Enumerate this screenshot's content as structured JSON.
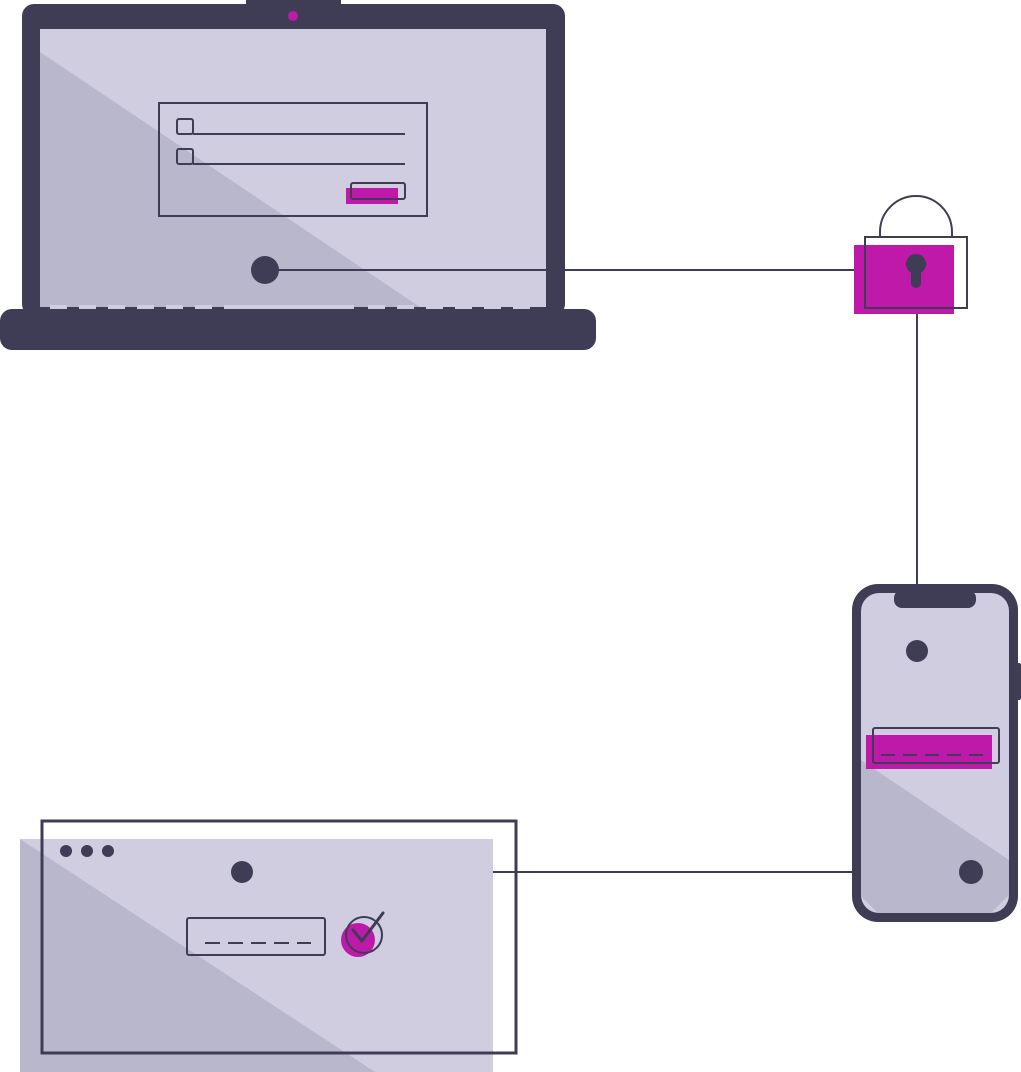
{
  "title": "",
  "devices": {
    "laptop": {
      "icon": "laptop-icon",
      "form": {
        "checkbox_count": 2,
        "button": "submit-button"
      }
    },
    "lock": {
      "icon": "padlock-icon"
    },
    "phone": {
      "icon": "smartphone-icon",
      "field": "masked-password-field"
    },
    "browser": {
      "icon": "browser-window-icon",
      "window_dots": 3,
      "field": "masked-password-field",
      "status": "check-icon"
    }
  },
  "connections": [
    {
      "from": "laptop",
      "to": "lock"
    },
    {
      "from": "lock",
      "to": "phone"
    },
    {
      "from": "phone",
      "to": "browser"
    }
  ],
  "colors": {
    "outline": "#3f3d56",
    "screen": "#d0cde1",
    "shade": "#b9b7cb",
    "accent": "#bf19aa",
    "background": "#ffffff"
  }
}
